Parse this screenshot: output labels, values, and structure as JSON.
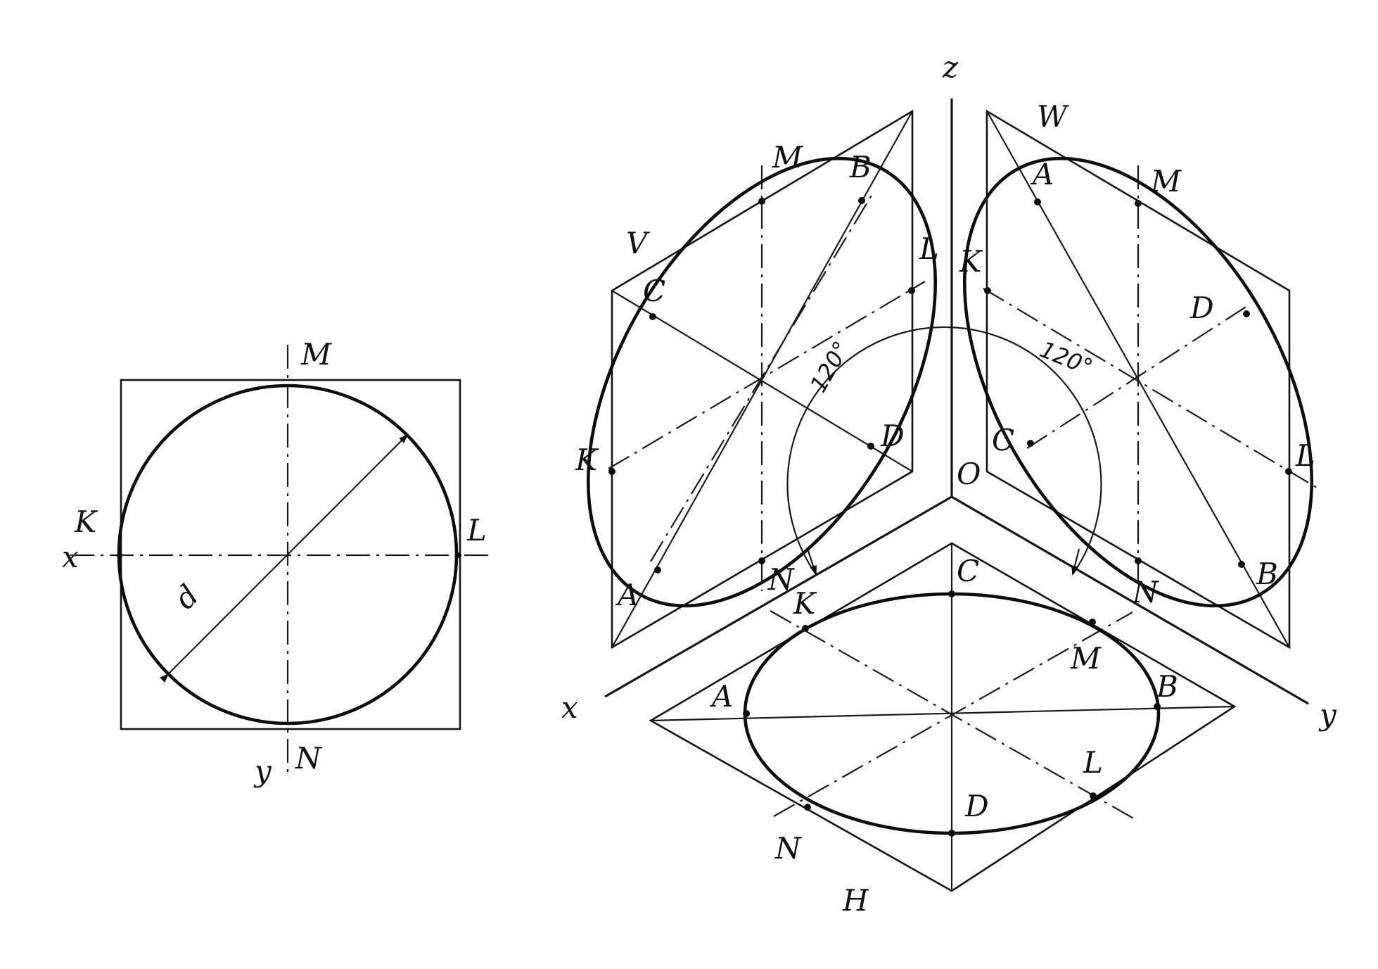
{
  "left_view": {
    "axis_x": "x",
    "axis_y": "y",
    "point_K": "K",
    "point_L": "L",
    "point_M": "M",
    "point_N": "N",
    "diameter": "d"
  },
  "iso_view": {
    "axis_z": "z",
    "axis_x": "x",
    "axis_y": "y",
    "origin": "O",
    "angle_left": "120°",
    "angle_right": "120°",
    "plane_V": {
      "name": "V",
      "A": "A",
      "B": "B",
      "C": "C",
      "D": "D",
      "K": "K",
      "L": "L",
      "M": "M",
      "N": "N"
    },
    "plane_W": {
      "name": "W",
      "A": "A",
      "B": "B",
      "C": "C",
      "D": "D",
      "K": "K",
      "L": "L",
      "M": "M",
      "N": "N"
    },
    "plane_H": {
      "name": "H",
      "A": "A",
      "B": "B",
      "C": "C",
      "D": "D",
      "K": "K",
      "L": "L",
      "M": "M",
      "N": "N"
    }
  }
}
